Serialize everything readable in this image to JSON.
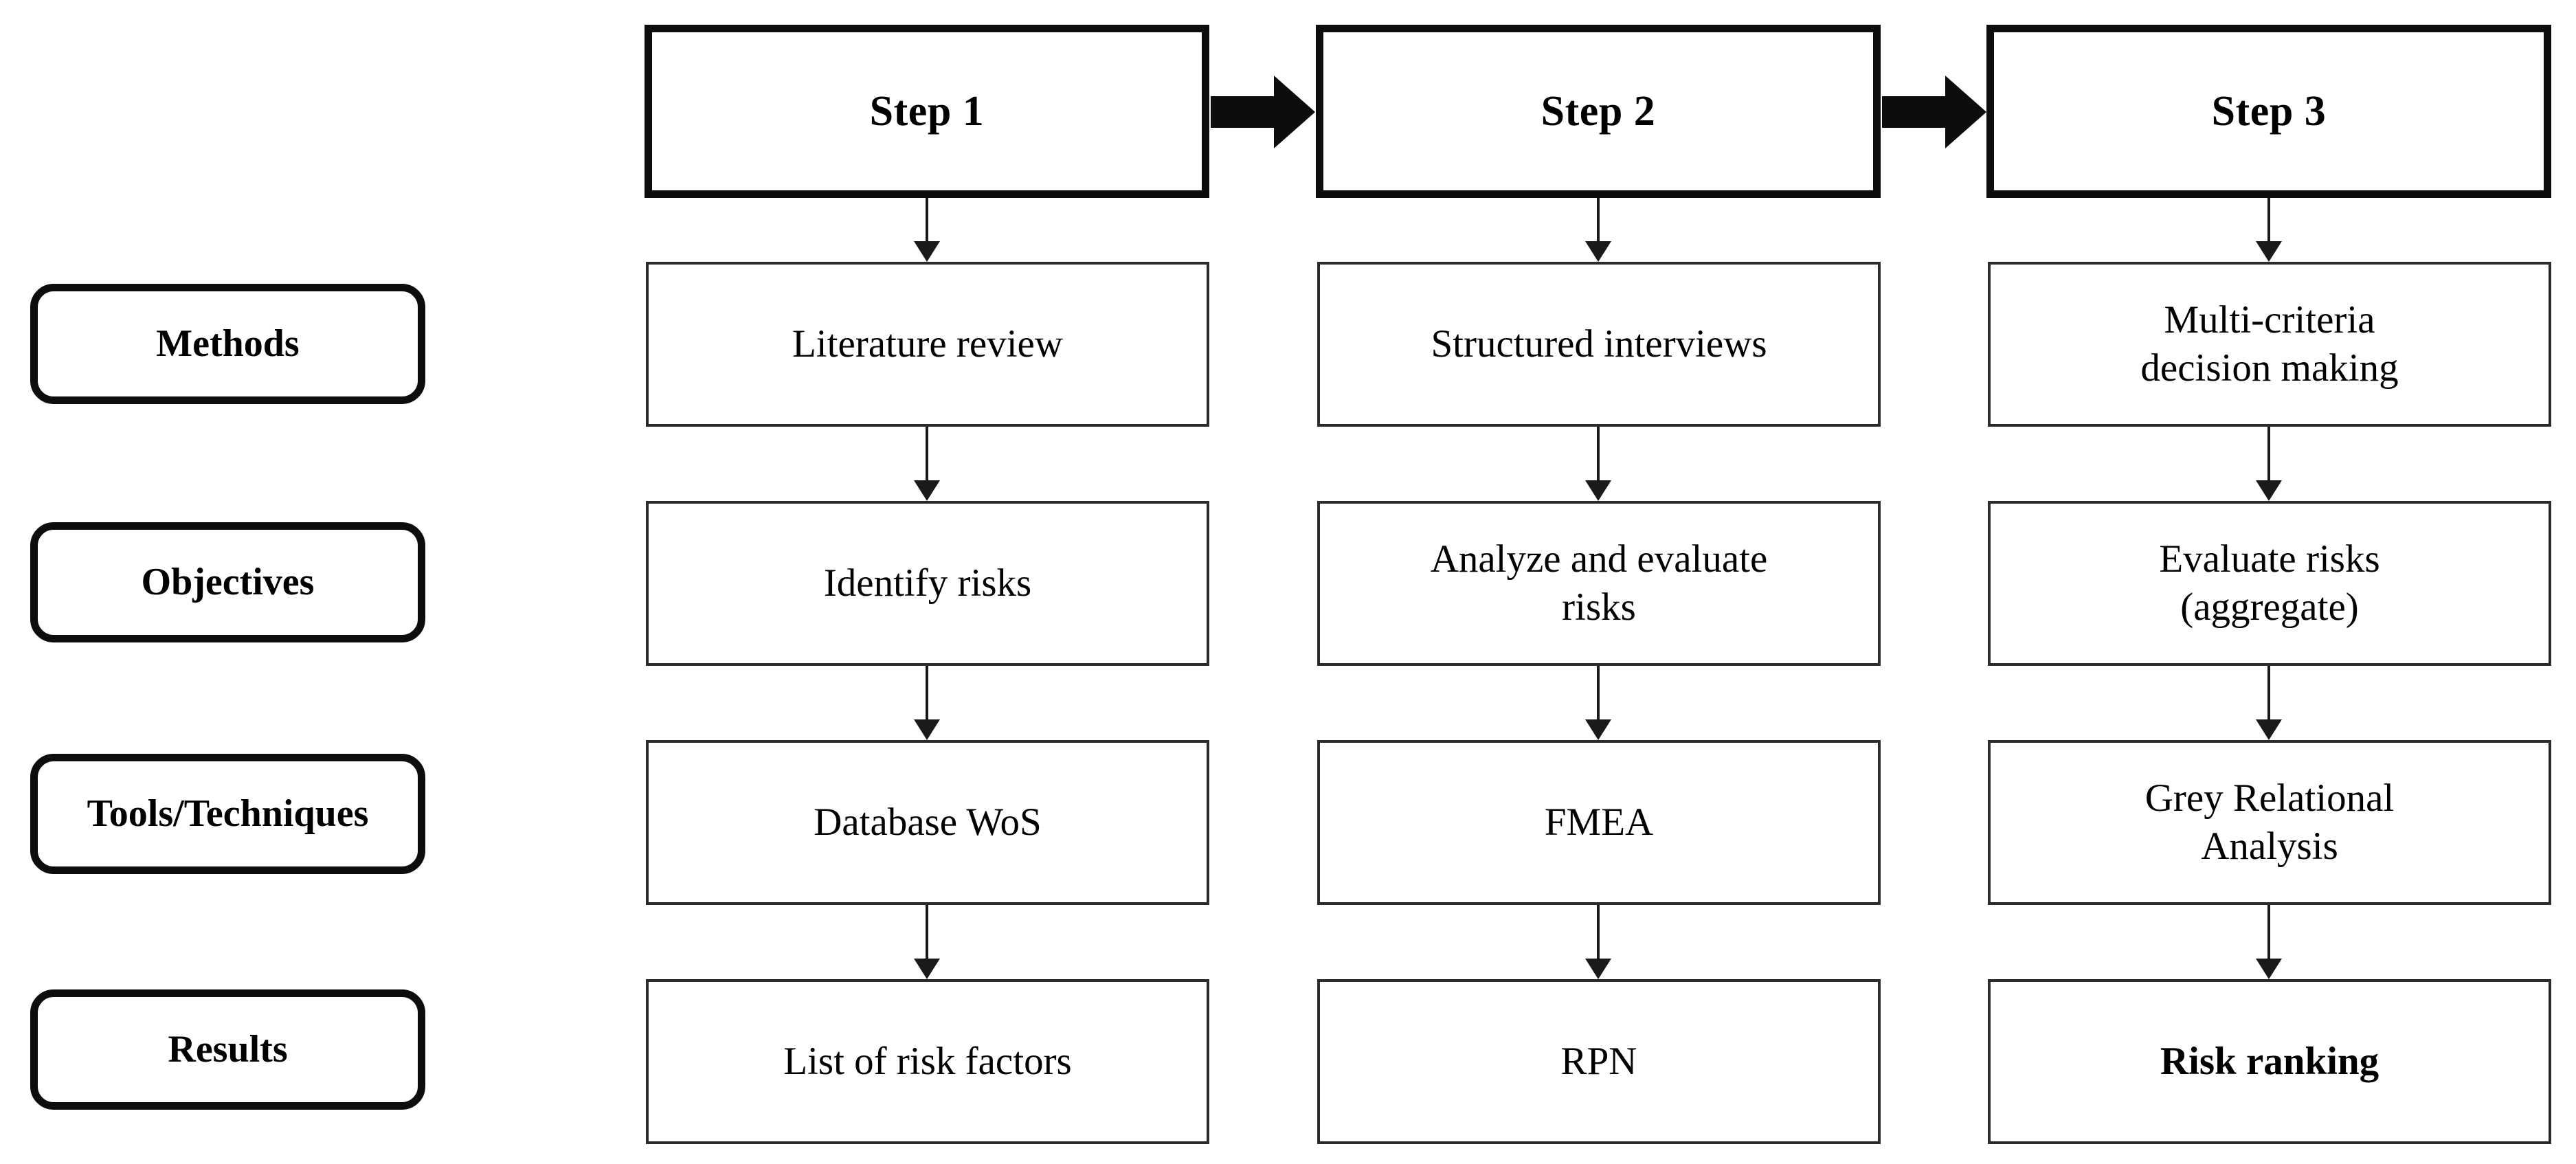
{
  "diagram": {
    "title": "Three-step risk assessment research framework",
    "type": "flowchart",
    "colors": {
      "background": "#ffffff",
      "stroke_heavy": "#0d0d0d",
      "stroke_light": "#2b2b2b",
      "text": "#000000"
    },
    "steps": [
      {
        "id": "step-1",
        "label": "Step 1"
      },
      {
        "id": "step-2",
        "label": "Step 2"
      },
      {
        "id": "step-3",
        "label": "Step 3"
      }
    ],
    "step_connectors": [
      {
        "from": "step-1",
        "to": "step-2",
        "icon": "right-block-arrow-icon"
      },
      {
        "from": "step-2",
        "to": "step-3",
        "icon": "right-block-arrow-icon"
      }
    ],
    "row_labels": [
      {
        "id": "methods",
        "label": "Methods"
      },
      {
        "id": "objectives",
        "label": "Objectives"
      },
      {
        "id": "tools",
        "label": "Tools/Techniques"
      },
      {
        "id": "results",
        "label": "Results"
      }
    ],
    "rows": [
      {
        "row": "methods",
        "cells": [
          {
            "lines": [
              "Literature review"
            ],
            "bold": false
          },
          {
            "lines": [
              "Structured interviews"
            ],
            "bold": false
          },
          {
            "lines": [
              "Multi-criteria",
              "decision making"
            ],
            "bold": false
          }
        ]
      },
      {
        "row": "objectives",
        "cells": [
          {
            "lines": [
              "Identify risks"
            ],
            "bold": false
          },
          {
            "lines": [
              "Analyze and evaluate",
              "risks"
            ],
            "bold": false
          },
          {
            "lines": [
              "Evaluate risks",
              "(aggregate)"
            ],
            "bold": false
          }
        ]
      },
      {
        "row": "tools",
        "cells": [
          {
            "lines": [
              "Database WoS"
            ],
            "bold": false
          },
          {
            "lines": [
              "FMEA"
            ],
            "bold": false
          },
          {
            "lines": [
              "Grey Relational",
              "Analysis"
            ],
            "bold": false
          }
        ]
      },
      {
        "row": "results",
        "cells": [
          {
            "lines": [
              "List of risk factors"
            ],
            "bold": false
          },
          {
            "lines": [
              "RPN"
            ],
            "bold": false
          },
          {
            "lines": [
              "Risk ranking"
            ],
            "bold": true
          }
        ]
      }
    ]
  },
  "cells": {
    "r0c0": "Literature review",
    "r0c1": "Structured interviews",
    "r0c2_line1": "Multi-criteria",
    "r0c2_line2": "decision making",
    "r1c0": "Identify risks",
    "r1c1_line1": "Analyze and evaluate",
    "r1c1_line2": "risks",
    "r1c2_line1": "Evaluate risks",
    "r1c2_line2": "(aggregate)",
    "r2c0": "Database WoS",
    "r2c1": "FMEA",
    "r2c2_line1": "Grey Relational",
    "r2c2_line2": "Analysis",
    "r3c0": "List of risk factors",
    "r3c1": "RPN",
    "r3c2": "Risk ranking"
  }
}
